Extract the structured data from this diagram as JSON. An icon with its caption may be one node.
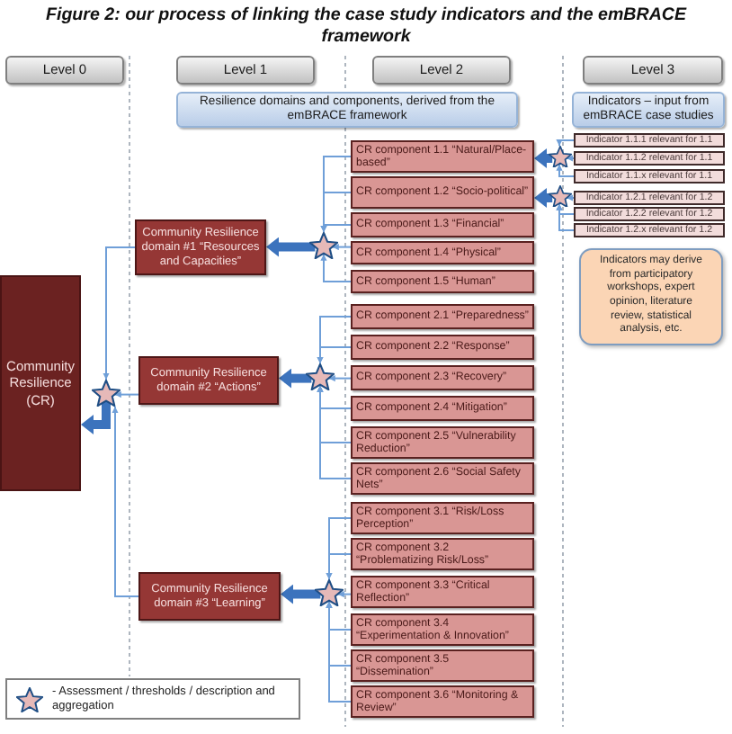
{
  "diagram": {
    "title": "Figure 2: our process of linking the case study indicators and the emBRACE framework",
    "nodes": [
      {
        "text": [
          "Level 0"
        ]
      },
      {
        "text": [
          "Level 1"
        ]
      },
      {
        "text": [
          "Level 2"
        ]
      },
      {
        "text": [
          "Level 3"
        ]
      },
      {
        "text": [
          "Resilience domains and components, derived from the emBRACE framework"
        ]
      },
      {
        "text": [
          "Indicators – input from emBRACE case studies"
        ]
      },
      {
        "text": [
          "Community Resilience (CR)"
        ]
      },
      {
        "text": [],
        "shape": "star"
      },
      {
        "text": [
          "Community Resilience domain #1 “Resources and Capacities”"
        ]
      },
      {
        "text": [
          "Community Resilience domain #2 “Actions”"
        ]
      },
      {
        "text": [
          "Community Resilience domain #3 “Learning”"
        ]
      },
      {
        "text": [],
        "shape": "star"
      },
      {
        "text": [],
        "shape": "star"
      },
      {
        "text": [],
        "shape": "star"
      },
      {
        "text": [
          "CR component 1.1 “Natural/Place-based”"
        ]
      },
      {
        "text": [
          "CR component 1.2 “Socio-political”"
        ]
      },
      {
        "text": [
          "CR component 1.3 “Financial”"
        ]
      },
      {
        "text": [
          "CR component 1.4 “Physical”"
        ]
      },
      {
        "text": [
          "CR component 1.5 “Human”"
        ]
      },
      {
        "text": [
          "CR component 2.1 “Preparedness”"
        ]
      },
      {
        "text": [
          "CR component 2.2 “Response”"
        ]
      },
      {
        "text": [
          "CR component 2.3 “Recovery”"
        ]
      },
      {
        "text": [
          "CR component 2.4 “Mitigation”"
        ]
      },
      {
        "text": [
          "CR component 2.5 “Vulnerability Reduction”"
        ]
      },
      {
        "text": [
          "CR component 2.6 “Social Safety Nets”"
        ]
      },
      {
        "text": [
          "CR component 3.1 “Risk/Loss Perception”"
        ]
      },
      {
        "text": [
          "CR component 3.2 “Problematizing Risk/Loss”"
        ]
      },
      {
        "text": [
          "CR component 3.3 “Critical Reflection”"
        ]
      },
      {
        "text": [
          "CR component 3.4 “Experimentation & Innovation”"
        ]
      },
      {
        "text": [
          "CR component 3.5 “Dissemination”"
        ]
      },
      {
        "text": [
          "CR component 3.6 “Monitoring & Review”"
        ]
      },
      {
        "text": [],
        "shape": "star"
      },
      {
        "text": [],
        "shape": "star"
      },
      {
        "text": [
          "Indicator 1.1.1 relevant for 1.1"
        ]
      },
      {
        "text": [
          "Indicator 1.1.2 relevant for 1.1"
        ]
      },
      {
        "text": [
          "Indicator 1.1.x relevant for 1.1"
        ]
      },
      {
        "text": [
          "Indicator 1.2.1 relevant for 1.2"
        ]
      },
      {
        "text": [
          "Indicator 1.2.2 relevant for 1.2"
        ]
      },
      {
        "text": [
          "Indicator 1.2.x relevant for 1.2"
        ]
      },
      {
        "text": [
          "Indicators may derive from participatory workshops, expert opinion, literature review, statistical analysis, etc."
        ]
      }
    ],
    "edges": [
      {
        "from": 14,
        "to": 11,
        "arrow": "to"
      },
      {
        "from": 15,
        "to": 11,
        "arrow": "to"
      },
      {
        "from": 16,
        "to": 11,
        "arrow": "to"
      },
      {
        "from": 17,
        "to": 11,
        "arrow": "to"
      },
      {
        "from": 18,
        "to": 11,
        "arrow": "to"
      },
      {
        "from": 19,
        "to": 12,
        "arrow": "to"
      },
      {
        "from": 20,
        "to": 12,
        "arrow": "to"
      },
      {
        "from": 21,
        "to": 12,
        "arrow": "to"
      },
      {
        "from": 22,
        "to": 12,
        "arrow": "to"
      },
      {
        "from": 23,
        "to": 12,
        "arrow": "to"
      },
      {
        "from": 24,
        "to": 12,
        "arrow": "to"
      },
      {
        "from": 25,
        "to": 13,
        "arrow": "to"
      },
      {
        "from": 26,
        "to": 13,
        "arrow": "to"
      },
      {
        "from": 27,
        "to": 13,
        "arrow": "to"
      },
      {
        "from": 28,
        "to": 13,
        "arrow": "to"
      },
      {
        "from": 29,
        "to": 13,
        "arrow": "to"
      },
      {
        "from": 30,
        "to": 13,
        "arrow": "to"
      },
      {
        "from": 33,
        "to": 31,
        "arrow": "to"
      },
      {
        "from": 34,
        "to": 31,
        "arrow": "to"
      },
      {
        "from": 35,
        "to": 31,
        "arrow": "to"
      },
      {
        "from": 36,
        "to": 32,
        "arrow": "to"
      },
      {
        "from": 37,
        "to": 32,
        "arrow": "to"
      },
      {
        "from": 38,
        "to": 32,
        "arrow": "to"
      },
      {
        "from": 8,
        "to": 7,
        "arrow": "to"
      },
      {
        "from": 9,
        "to": 7,
        "arrow": "to"
      },
      {
        "from": 10,
        "to": 7,
        "arrow": "to"
      },
      {
        "from": 31,
        "to": 14,
        "arrow": "to",
        "style": "thick",
        "color": "#3c73bd"
      },
      {
        "from": 32,
        "to": 15,
        "arrow": "to",
        "style": "thick",
        "color": "#3c73bd"
      },
      {
        "from": 11,
        "to": 8,
        "arrow": "to",
        "style": "thick",
        "color": "#3c73bd"
      },
      {
        "from": 12,
        "to": 9,
        "arrow": "to",
        "style": "thick",
        "color": "#3c73bd"
      },
      {
        "from": 13,
        "to": 10,
        "arrow": "to",
        "style": "thick",
        "color": "#3c73bd"
      },
      {
        "from": 7,
        "to": 6,
        "arrow": "to",
        "style": "thick",
        "color": "#3c73bd"
      }
    ],
    "legend": [
      {
        "text": "- Assessment / thresholds / description and aggregation"
      }
    ]
  }
}
